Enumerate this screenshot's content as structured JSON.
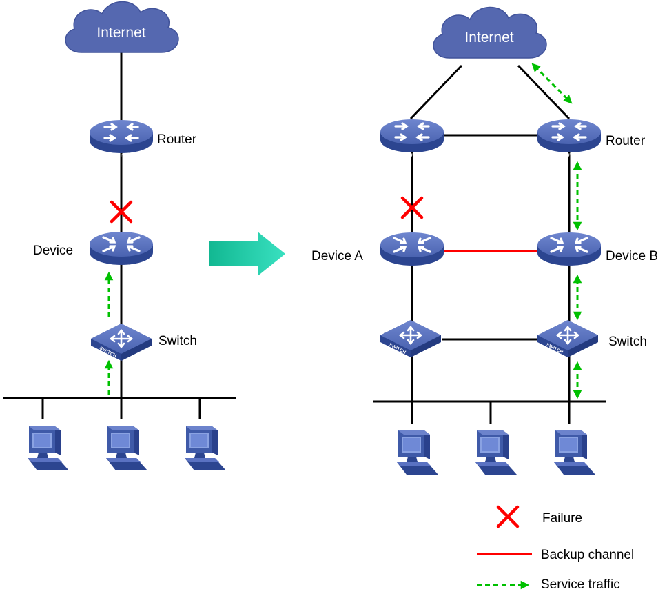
{
  "colors": {
    "device_blue": "#3f5aa8",
    "cloud_blue": "#5568b0",
    "failure": "#ff0000",
    "backup_channel": "#ff0000",
    "service_traffic": "#00c000",
    "arrow": "#19c9a3"
  },
  "left": {
    "internet": "Internet",
    "router_label": "Router",
    "router_badge": "ROUTER",
    "device_label": "Device",
    "switch_label": "Switch",
    "switch_badge": "SWITCH"
  },
  "right": {
    "internet": "Internet",
    "router_label": "Router",
    "router_badge": "ROUTER",
    "device_a_label": "Device A",
    "device_b_label": "Device B",
    "switch_label": "Switch",
    "switch_badge": "SWITCH"
  },
  "legend": {
    "failure": "Failure",
    "backup_channel": "Backup channel",
    "service_traffic": "Service traffic"
  },
  "icons": [
    "internet-cloud-icon",
    "router-icon",
    "layer3-device-icon",
    "switch-icon",
    "pc-icon",
    "failure-x-icon",
    "transition-arrow-icon"
  ]
}
